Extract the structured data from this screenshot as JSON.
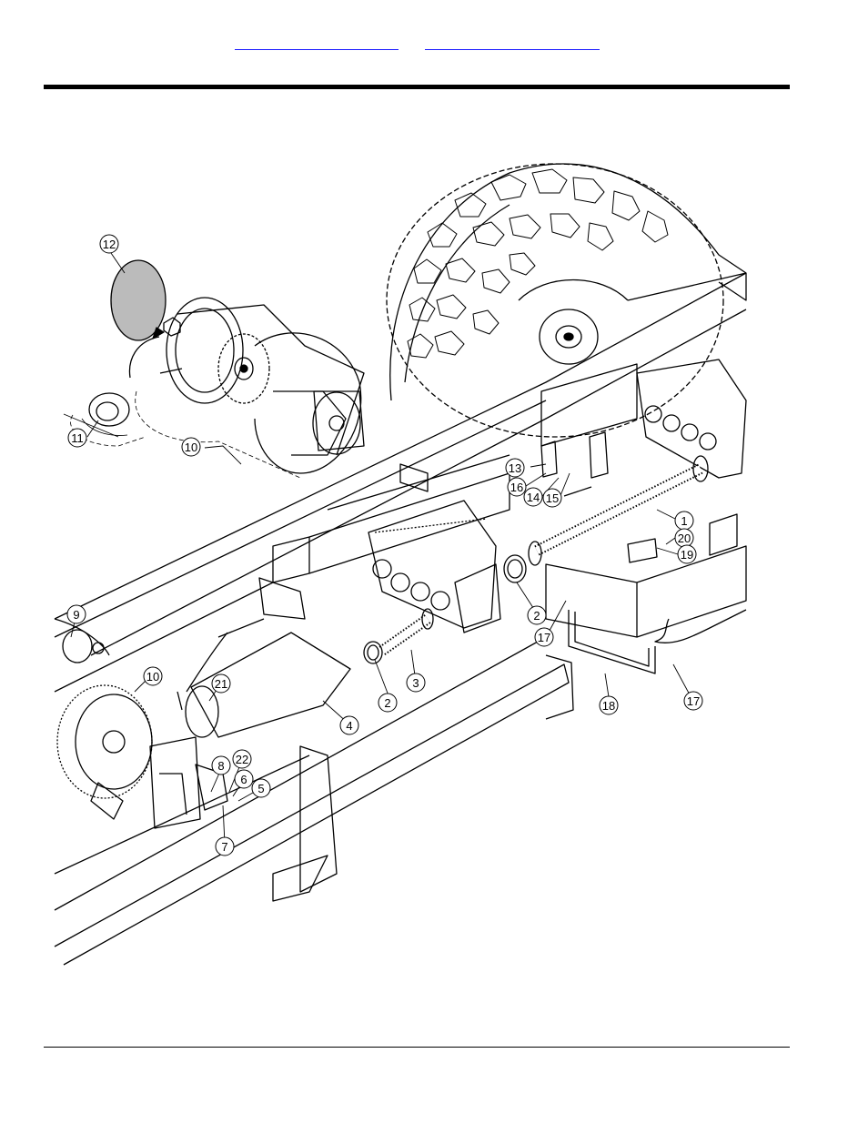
{
  "header": {
    "links": [
      "",
      ""
    ]
  },
  "figure": {
    "callouts": [
      "12",
      "11",
      "10",
      "13",
      "16",
      "14",
      "15",
      "1",
      "20",
      "19",
      "2",
      "17",
      "9",
      "10",
      "21",
      "8",
      "22",
      "6",
      "5",
      "7",
      "2",
      "3",
      "4",
      "18",
      "17"
    ]
  }
}
